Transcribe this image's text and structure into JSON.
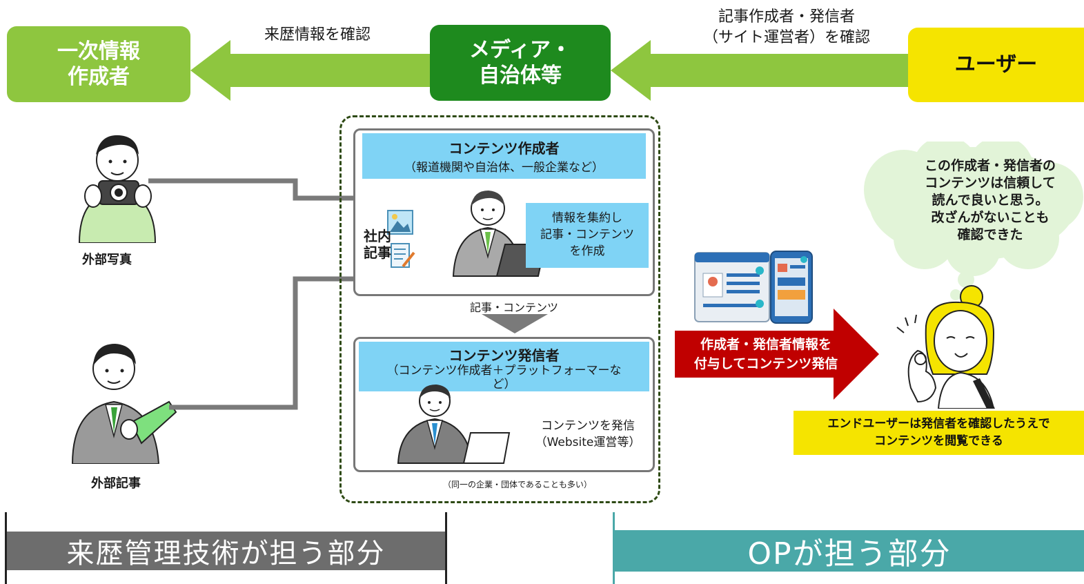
{
  "top": {
    "primary_creator_line1": "一次情報",
    "primary_creator_line2": "作成者",
    "media_line1": "メディア・",
    "media_line2": "自治体等",
    "user_label": "ユーザー",
    "check_history_label": "来歴情報を確認",
    "check_author_line1": "記事作成者・発信者",
    "check_author_line2": "（サイト運営者）を確認"
  },
  "left": {
    "photo_label": "外部写真",
    "article_label": "外部記事"
  },
  "creator_panel": {
    "title": "コンテンツ作成者",
    "subtitle": "（報道機関や自治体、一般企業など）",
    "internal_line1": "社内",
    "internal_line2": "記事",
    "note_line1": "情報を集約し",
    "note_line2": "記事・コンテンツ",
    "note_line3": "を作成"
  },
  "flow_label": "記事・コンテンツ",
  "publisher_panel": {
    "title": "コンテンツ発信者",
    "subtitle_line1": "（コンテンツ作成者＋プラットフォーマーな",
    "subtitle_line2": "ど）",
    "note_line1": "コンテンツを発信",
    "note_line2": "（Website運営等）"
  },
  "group_note": "（同一の企業・団体であることも多い）",
  "right": {
    "red_line1": "作成者・発信者情報を",
    "red_line2": "付与してコンテンツ発信",
    "thought_line1": "この作成者・発信者の",
    "thought_line2": "コンテンツは信頼して",
    "thought_line3": "読んで良いと思う。",
    "thought_line4": "改ざんがないことも",
    "thought_line5": "確認できた",
    "yellow_line1": "エンドユーザーは発信者を確認したうえで",
    "yellow_line2": "コンテンツを閲覧できる"
  },
  "bottom": {
    "provenance_label": "来歴管理技術が担う部分",
    "op_label": "OPが担う部分"
  },
  "colors": {
    "light_green": "#8ec63f",
    "dark_green": "#1e8a1e",
    "yellow": "#f5e400",
    "light_blue": "#7fd3f5",
    "red": "#c00000",
    "gray_banner": "#6d6d6d",
    "teal_banner": "#4aa8a8"
  }
}
